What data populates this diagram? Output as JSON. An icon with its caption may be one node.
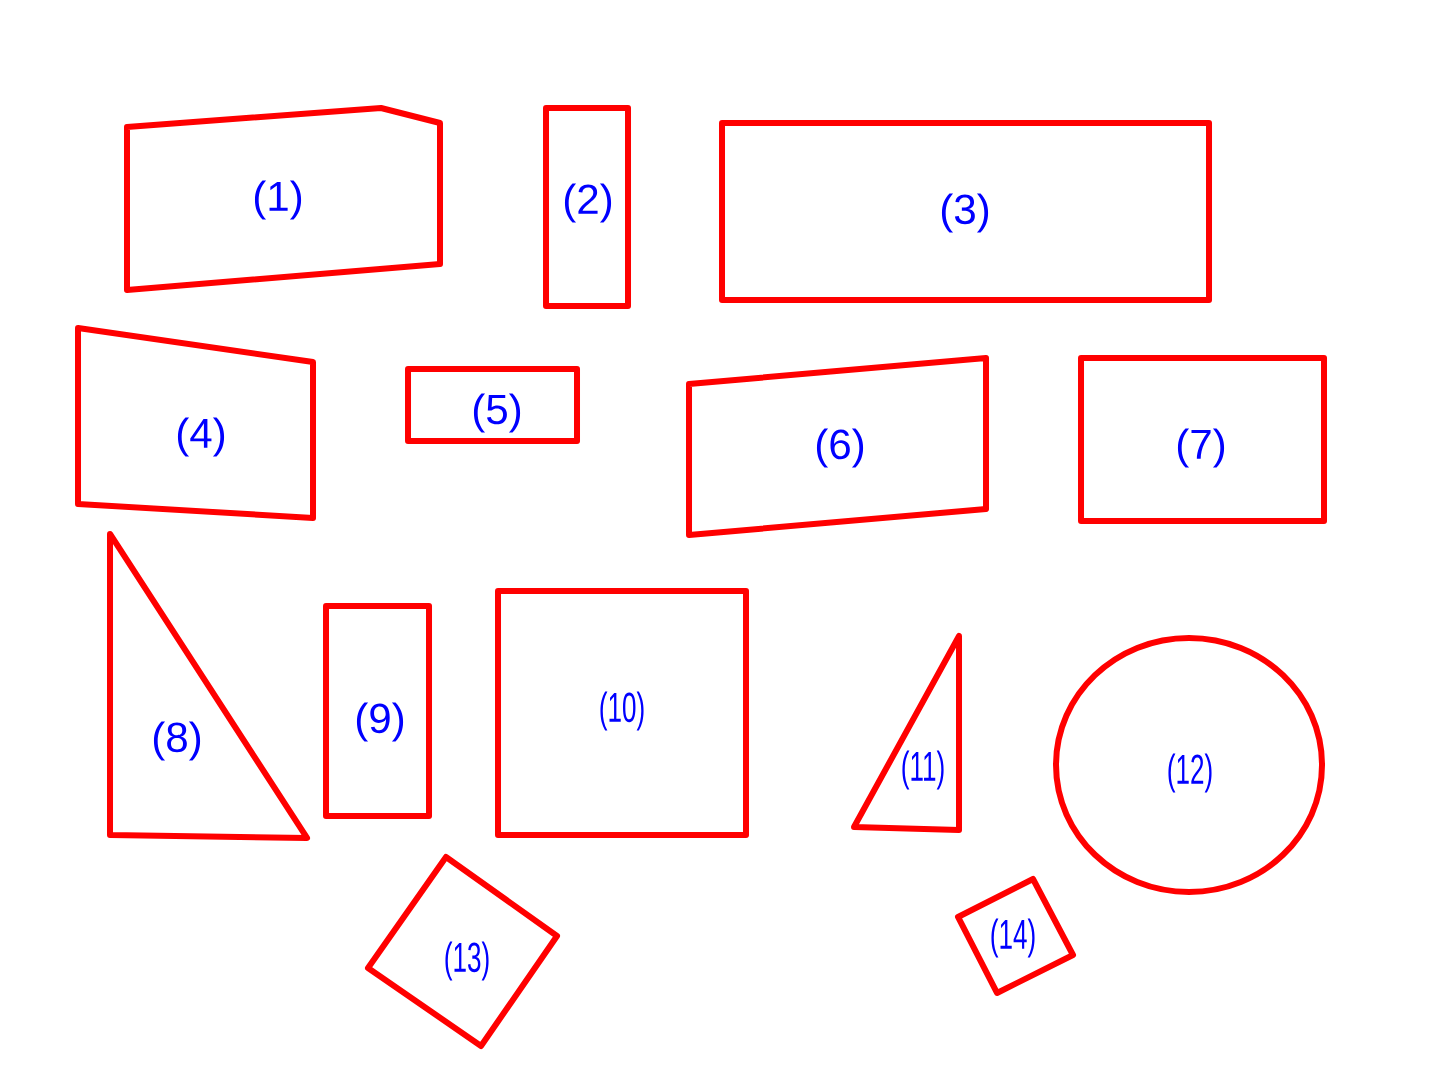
{
  "diagram": {
    "nodes": [
      {
        "text": [
          "(1)"
        ]
      },
      {
        "text": [
          "(2)"
        ]
      },
      {
        "text": [
          "(3)"
        ]
      },
      {
        "text": [
          "(4)"
        ]
      },
      {
        "text": [
          "(5)"
        ]
      },
      {
        "text": [
          "(6)"
        ]
      },
      {
        "text": [
          "(7)"
        ]
      },
      {
        "text": [
          "(8)"
        ]
      },
      {
        "text": [
          "(9)"
        ]
      },
      {
        "text": [
          "(10)"
        ]
      },
      {
        "text": [
          "(11)"
        ]
      },
      {
        "text": [
          "(12)"
        ]
      },
      {
        "text": [
          "(13)"
        ]
      },
      {
        "text": [
          "(14)"
        ]
      }
    ]
  }
}
